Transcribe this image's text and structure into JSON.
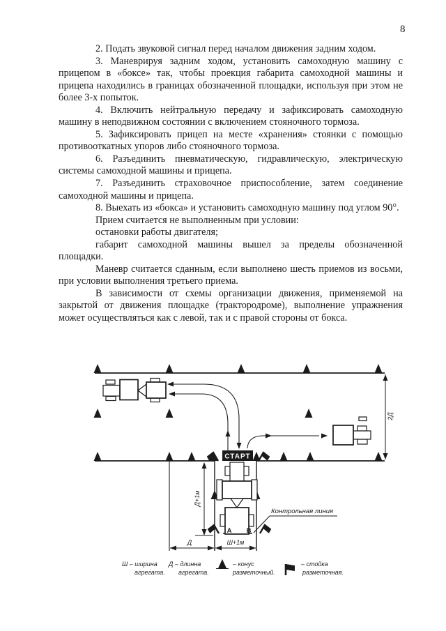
{
  "page": {
    "number": "8"
  },
  "paragraphs": [
    "2. Подать звуковой сигнал перед началом движения задним ходом.",
    "3. Маневрируя задним ходом, установить самоходную машину с прицепом в «боксе» так, чтобы проекция габарита самоходной машины и прицепа находились в границах обозначенной площадки, используя при этом не более 3-х попыток.",
    "4. Включить нейтральную передачу и зафиксировать самоходную машину в неподвижном состоянии с включением стояночного тормоза.",
    "5. Зафиксировать прицеп на месте «хранения» стоянки с помощью противооткатных упоров либо стояночного тормоза.",
    "6. Разъединить пневматическую, гидравлическую, электрическую системы самоходной машины и прицепа.",
    "7. Разъединить страховочное приспособление, затем соединение самоходной машины и прицепа.",
    "8. Выехать из «бокса» и установить самоходную машину под углом 90°.",
    "Прием считается не выполненным при условии:",
    "остановки работы двигателя;",
    "габарит самоходной машины вышел за пределы обозначенной площадки.",
    "Маневр считается сданным, если выполнено шесть приемов из восьми, при условии выполнения третьего приема.",
    "В зависимости от схемы организации движения, применяемой на закрытой от движения площадке (трактородроме), выполнение упражнения может осуществляться как с левой, так и с правой стороны от бокса."
  ],
  "diagram": {
    "start_sign": "СТАРТ",
    "dim_two_lengths": "2Д",
    "dim_length_plus_1m": "Д+1м",
    "dim_length": "Д",
    "dim_width_plus_1m": "Ш+1м",
    "point_a": "А",
    "point_b": "В",
    "control_line_label": "Контрольная линия",
    "legend": {
      "width_abbr": "Ш – ширина",
      "width_word": "агрегата.",
      "length_abbr": "Д – длинна",
      "length_word": "агрегата.",
      "cone_label": "– конус",
      "cone_word": "разметочный.",
      "post_label": "– стойка",
      "post_word": "разметочная."
    },
    "icons": {
      "cone": "triangle-up",
      "marking_post": "flag"
    }
  },
  "colors": {
    "ink": "#1b1b1b",
    "paper": "#ffffff"
  }
}
